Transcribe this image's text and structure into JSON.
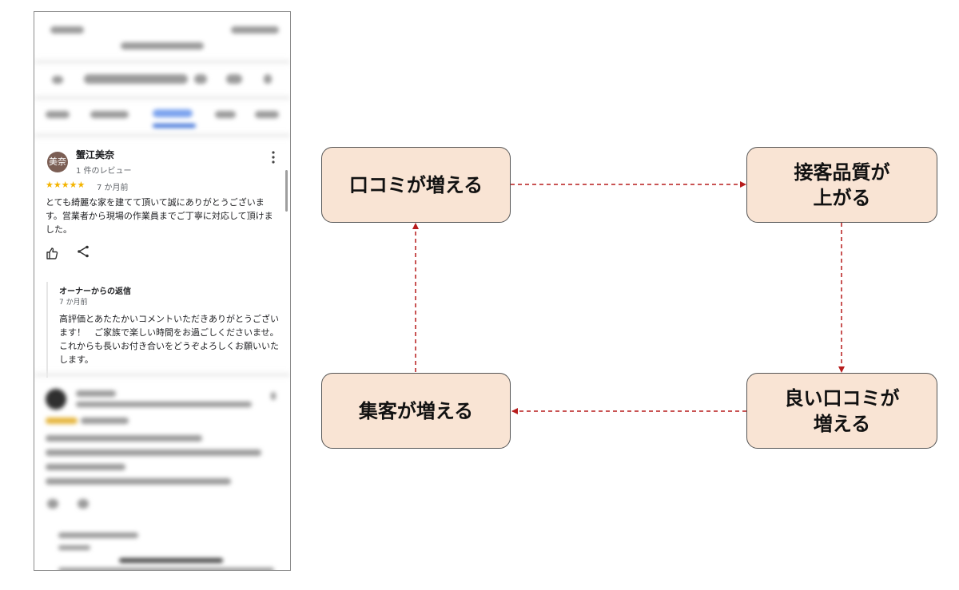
{
  "review": {
    "avatar_text": "美奈",
    "reviewer_name": "蟹江美奈",
    "reviewer_meta": "1 件のレビュー",
    "stars": "★★★★★",
    "rating": 5,
    "date": "7 か月前",
    "text": "とても綺麗な家を建てて頂いて誠にありがとうございます。営業者から現場の作業員までご丁寧に対応して頂けました。",
    "like_icon": "thumbs-up-icon",
    "share_icon": "share-icon",
    "more_icon": "more-vert-icon"
  },
  "owner_reply": {
    "title": "オーナーからの返信",
    "date": "7 か月前",
    "text": "高評価とあたたかいコメントいただきありがとうございます！　ご家族で楽しい時間をお過ごしくださいませ。これからも長いお付き合いをどうぞよろしくお願いいたします。"
  },
  "cycle": {
    "nodes": {
      "top_left": "口コミが増える",
      "top_right": "接客品質が\n上がる",
      "bottom_right": "良い口コミが\n増える",
      "bottom_left": "集客が増える"
    },
    "edges": [
      {
        "from": "口コミが増える",
        "to": "接客品質が上がる"
      },
      {
        "from": "接客品質が上がる",
        "to": "良い口コミが増える"
      },
      {
        "from": "良い口コミが増える",
        "to": "集客が増える"
      },
      {
        "from": "集客が増える",
        "to": "口コミが増える"
      }
    ],
    "node_fill": "#f9e4d4",
    "arrow_color": "#b71c1c"
  },
  "colors": {
    "star": "#f4b400",
    "avatar": "#7b5e54"
  }
}
